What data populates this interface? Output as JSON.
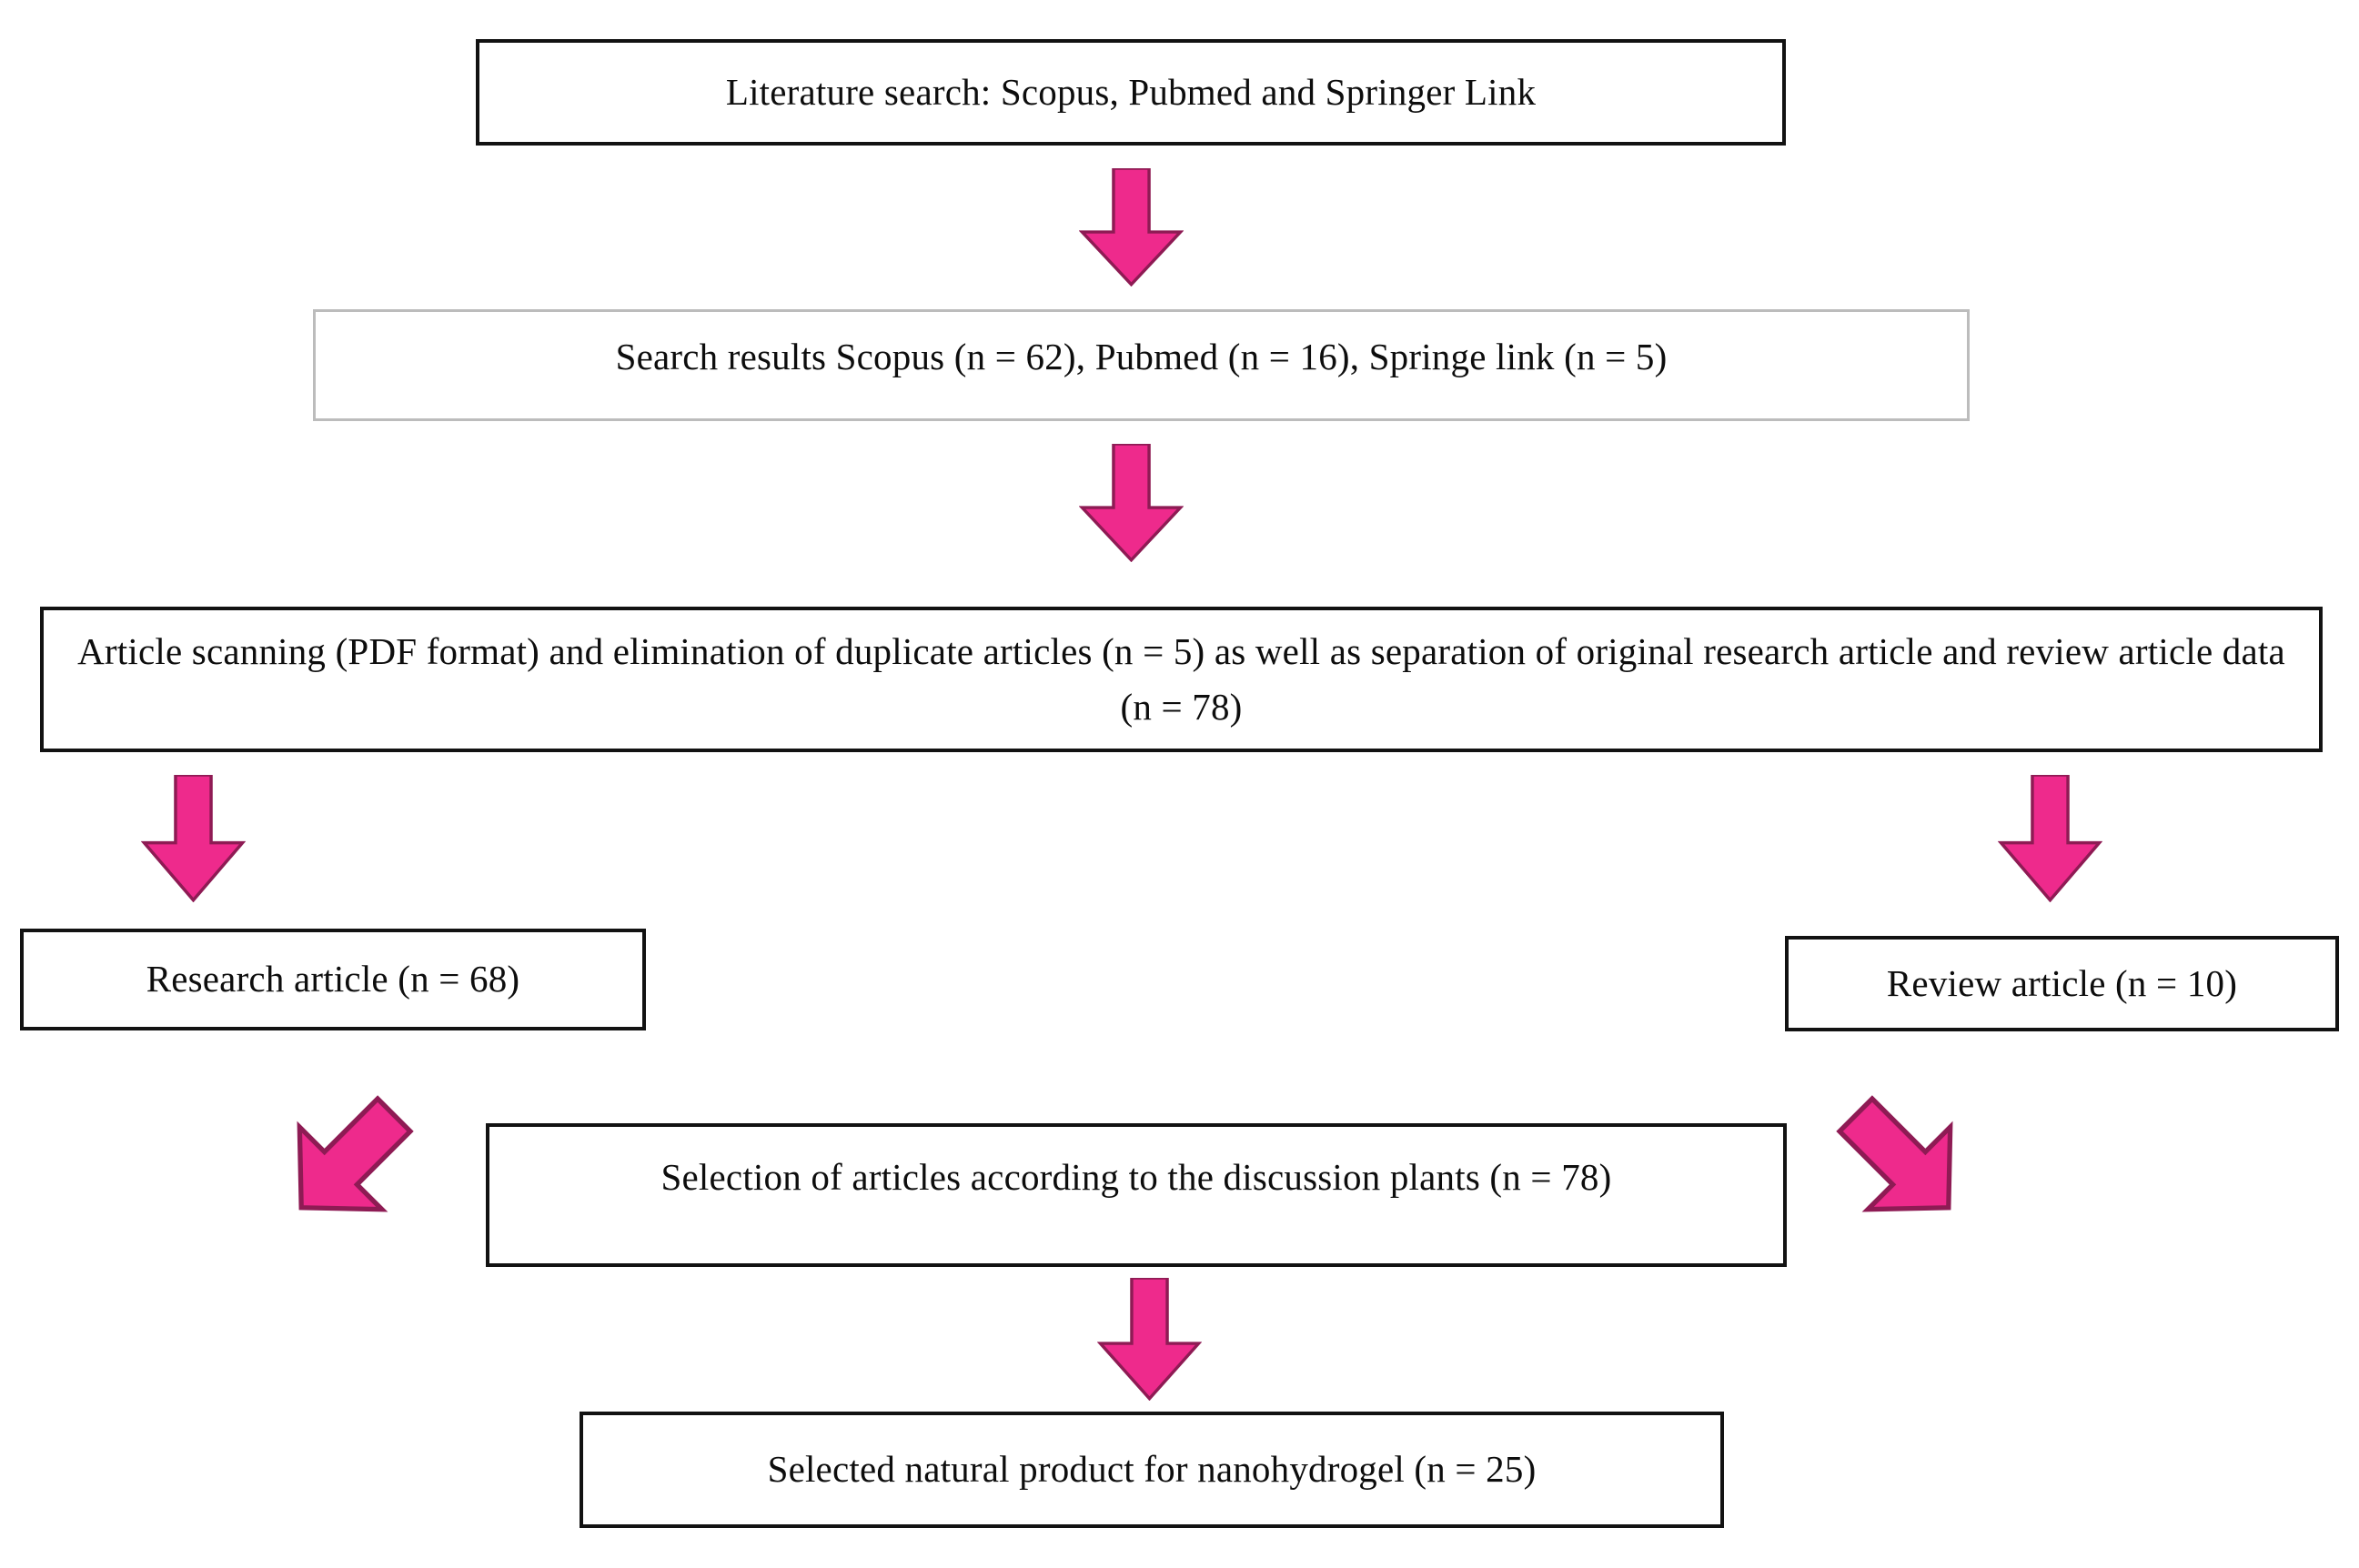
{
  "diagram": {
    "title": "Literature selection flowchart",
    "accent_color": "#EE2A8C",
    "accent_outline_color": "#8E1B54",
    "box_border_color": "#121212",
    "box_border_color_light": "#BCBCBC",
    "text_color": "#0D0D0D",
    "background_color": "#FFFFFF",
    "nodes": [
      {
        "id": "literature-search",
        "text": "Literature search: Scopus, Pubmed and Springer Link"
      },
      {
        "id": "search-results",
        "text": "Search results Scopus (n = 62), Pubmed (n = 16), Springe link (n = 5)"
      },
      {
        "id": "article-scanning",
        "text": "Article scanning (PDF format) and elimination of duplicate articles (n = 5) as well as separation of original research article and review article data (n = 78)"
      },
      {
        "id": "research-article",
        "text": "Research article (n = 68)"
      },
      {
        "id": "review-article",
        "text": "Review article (n = 10)"
      },
      {
        "id": "selection-articles",
        "text": "Selection of articles according to the discussion plants (n = 78)"
      },
      {
        "id": "selected-product",
        "text": "Selected natural product for nanohydrogel (n = 25)"
      }
    ],
    "arrows": [
      {
        "id": "arrow-1",
        "direction": "down",
        "from": "literature-search",
        "to": "search-results"
      },
      {
        "id": "arrow-2",
        "direction": "down",
        "from": "search-results",
        "to": "article-scanning"
      },
      {
        "id": "arrow-3",
        "direction": "down",
        "from": "article-scanning",
        "to": "research-article"
      },
      {
        "id": "arrow-4",
        "direction": "down",
        "from": "article-scanning",
        "to": "review-article"
      },
      {
        "id": "arrow-5",
        "direction": "down-right",
        "from": "research-article",
        "to": "selection-articles"
      },
      {
        "id": "arrow-6",
        "direction": "down-left",
        "from": "review-article",
        "to": "selection-articles"
      },
      {
        "id": "arrow-7",
        "direction": "down",
        "from": "selection-articles",
        "to": "selected-product"
      }
    ]
  }
}
